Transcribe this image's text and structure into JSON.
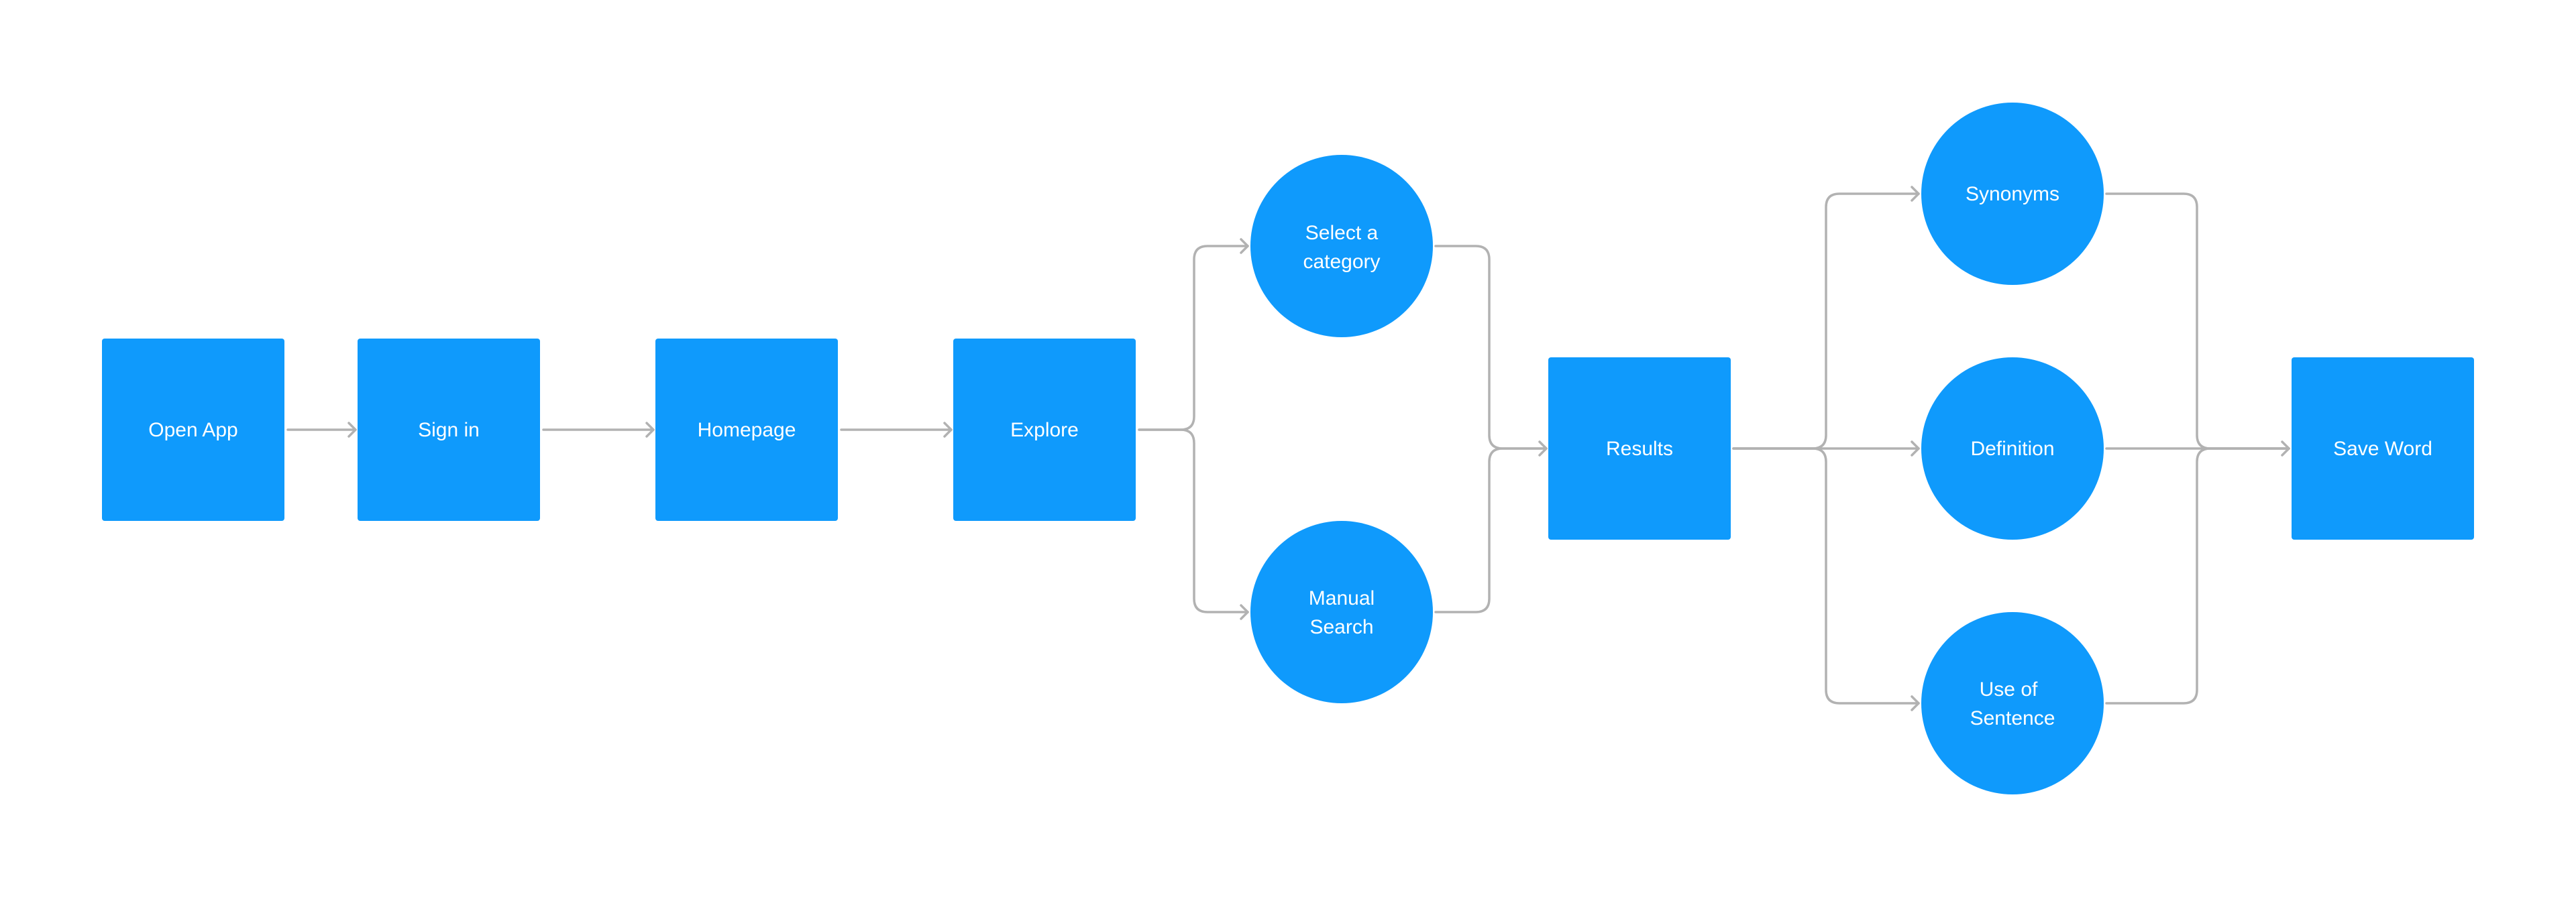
{
  "diagram": {
    "colors": {
      "node_fill": "#0f9afc",
      "node_text": "#ffffff",
      "connector": "#b2b2b2",
      "background": "#ffffff"
    },
    "nodes": {
      "open_app": {
        "shape": "square",
        "lines": [
          "Open App"
        ]
      },
      "sign_in": {
        "shape": "square",
        "lines": [
          "Sign in"
        ]
      },
      "homepage": {
        "shape": "square",
        "lines": [
          "Homepage"
        ]
      },
      "explore": {
        "shape": "square",
        "lines": [
          "Explore"
        ]
      },
      "select_category": {
        "shape": "circle",
        "lines": [
          "Select a",
          "category"
        ]
      },
      "manual_search": {
        "shape": "circle",
        "lines": [
          "Manual",
          "Search"
        ]
      },
      "results": {
        "shape": "square",
        "lines": [
          "Results"
        ]
      },
      "synonyms": {
        "shape": "circle",
        "lines": [
          "Synonyms"
        ]
      },
      "definition": {
        "shape": "circle",
        "lines": [
          "Definition"
        ]
      },
      "use_of_sentence": {
        "shape": "circle",
        "lines": [
          "Use of",
          "Sentence"
        ]
      },
      "save_word": {
        "shape": "square",
        "lines": [
          "Save Word"
        ]
      }
    },
    "edges": [
      {
        "from": "Open App",
        "to": "Sign in"
      },
      {
        "from": "Sign in",
        "to": "Homepage"
      },
      {
        "from": "Homepage",
        "to": "Explore"
      },
      {
        "from": "Explore",
        "to": "Select a category"
      },
      {
        "from": "Explore",
        "to": "Manual Search"
      },
      {
        "from": "Select a category",
        "to": "Results"
      },
      {
        "from": "Manual Search",
        "to": "Results"
      },
      {
        "from": "Results",
        "to": "Synonyms"
      },
      {
        "from": "Results",
        "to": "Definition"
      },
      {
        "from": "Results",
        "to": "Use of Sentence"
      },
      {
        "from": "Synonyms",
        "to": "Save Word"
      },
      {
        "from": "Definition",
        "to": "Save Word"
      },
      {
        "from": "Use of Sentence",
        "to": "Save Word"
      }
    ]
  }
}
